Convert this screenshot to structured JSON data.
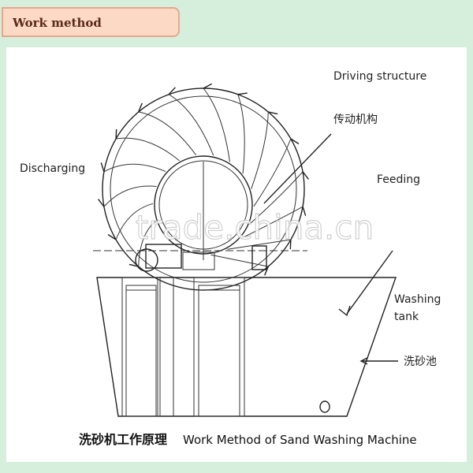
{
  "header": {
    "title": "Work method"
  },
  "labels": {
    "driving_structure": "Driving structure",
    "driving_structure_cn": "传动机构",
    "discharging": "Discharging",
    "feeding": "Feeding",
    "washing_tank_line1": "Washing",
    "washing_tank_line2": "tank",
    "washing_tank_cn": "洗砂池"
  },
  "caption": {
    "cn": "洗砂机工作原理",
    "en": "Work Method of Sand Washing Machine"
  },
  "watermark": "trade.china.cn"
}
